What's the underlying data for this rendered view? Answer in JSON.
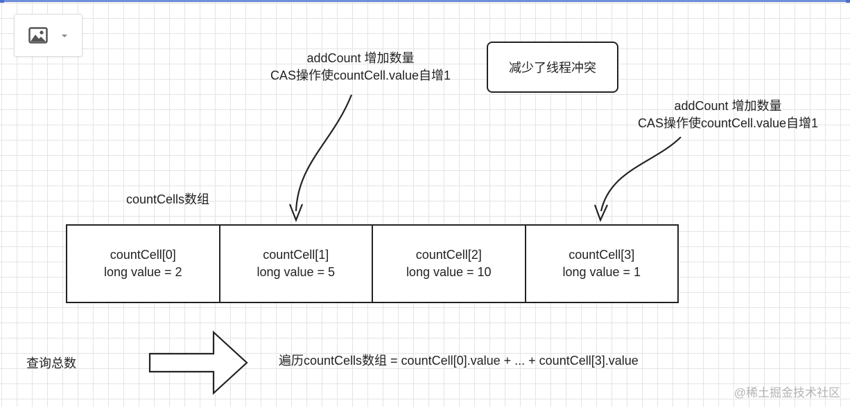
{
  "toolbar": {
    "image_icon": "image-icon",
    "dropdown_icon": "caret-down-icon"
  },
  "note": {
    "text": "减少了线程冲突"
  },
  "annotations": [
    {
      "line1": "addCount 增加数量",
      "line2": "CAS操作使countCell.value自增1"
    },
    {
      "line1": "addCount 增加数量",
      "line2": "CAS操作使countCell.value自增1"
    }
  ],
  "array_label": "countCells数组",
  "cells": [
    {
      "name": "countCell[0]",
      "value": "long value = 2"
    },
    {
      "name": "countCell[1]",
      "value": "long value = 5"
    },
    {
      "name": "countCell[2]",
      "value": "long value = 10"
    },
    {
      "name": "countCell[3]",
      "value": "long value = 1"
    }
  ],
  "query": {
    "label": "查询总数",
    "formula": "遍历countCells数组 = countCell[0].value + ... + countCell[3].value"
  },
  "watermark": "@稀土掘金技术社区",
  "colors": {
    "stroke": "#222222",
    "grid": "#e4e4e4",
    "accent": "#4a6fcf"
  }
}
